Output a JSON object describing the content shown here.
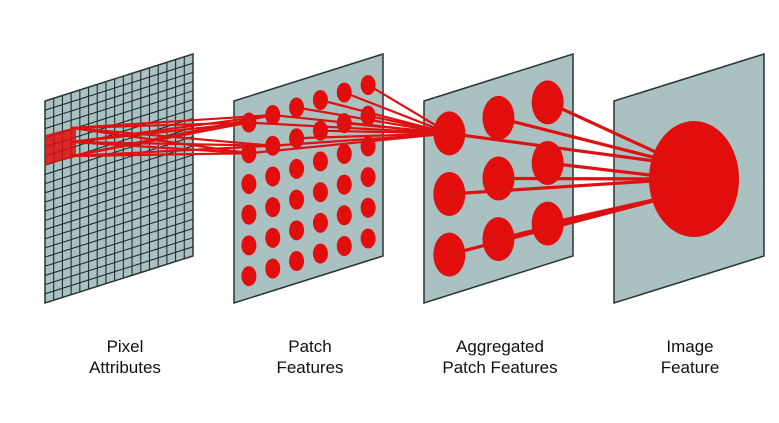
{
  "stages": [
    {
      "id": "pixel",
      "lines": [
        "Pixel",
        "Attributes"
      ]
    },
    {
      "id": "patch",
      "lines": [
        "Patch",
        "Features"
      ]
    },
    {
      "id": "aggregated",
      "lines": [
        "Aggregated",
        "Patch Features"
      ]
    },
    {
      "id": "image",
      "lines": [
        "Image",
        "Feature"
      ]
    }
  ],
  "colors": {
    "panel": "#a9c1c0",
    "grid_lines": "#1f2e2e",
    "panel_border": "#2a3434",
    "feature": "#e20d0d",
    "connection": "#dd1111"
  }
}
